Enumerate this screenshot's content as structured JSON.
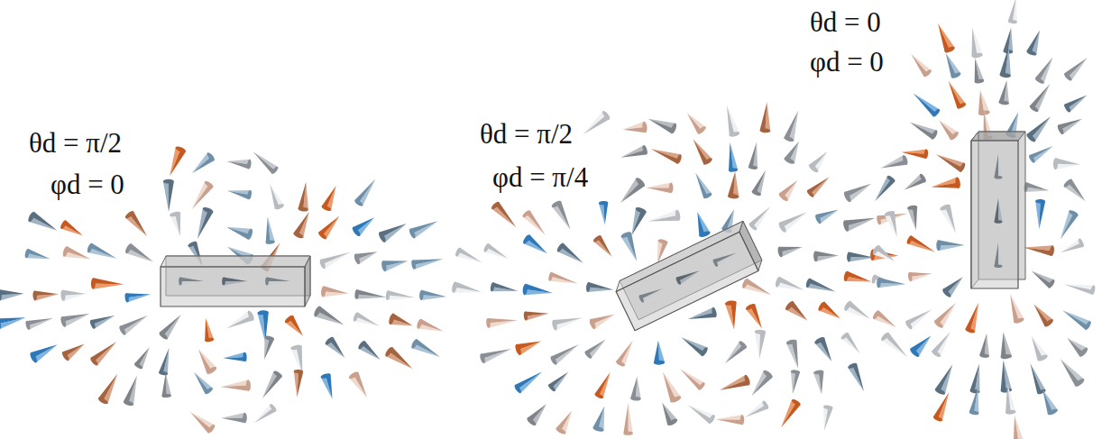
{
  "diagram": {
    "labels": [
      "θd = π/2",
      "φd = 0",
      "θd = π/2",
      "φd = π/4",
      "θd = 0",
      "φd = 0"
    ]
  }
}
